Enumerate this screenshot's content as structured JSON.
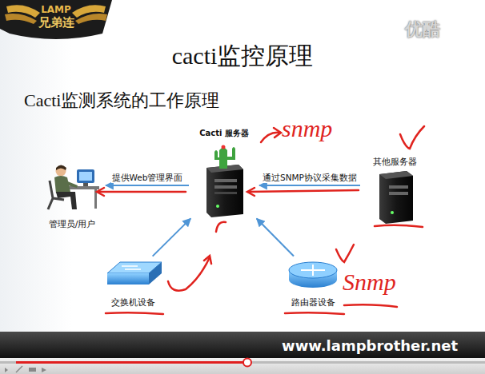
{
  "diagram": {
    "title": "cacti监控原理",
    "nodes": [
      {
        "text": [
          "管理员/用户"
        ]
      },
      {
        "text": [
          "Cacti 服务器"
        ]
      },
      {
        "text": [
          "其他服务器"
        ]
      },
      {
        "text": [
          "交换机设备"
        ]
      },
      {
        "text": [
          "路由器设备"
        ]
      }
    ],
    "edges": [
      {
        "from": 1,
        "to": 0,
        "arrow": "to",
        "label": "提供Web管理界面"
      },
      {
        "from": 2,
        "to": 1,
        "arrow": "to",
        "label": "通过SNMP协议采集数据"
      },
      {
        "from": 3,
        "to": 1,
        "arrow": "to"
      },
      {
        "from": 4,
        "to": 1,
        "arrow": "to"
      }
    ],
    "labels": [
      "LAMP",
      "兄弟连",
      "优酷",
      "Cacti监测系统的工作原理",
      "snmp",
      "Snmp",
      "www.lampbrother.net"
    ]
  }
}
